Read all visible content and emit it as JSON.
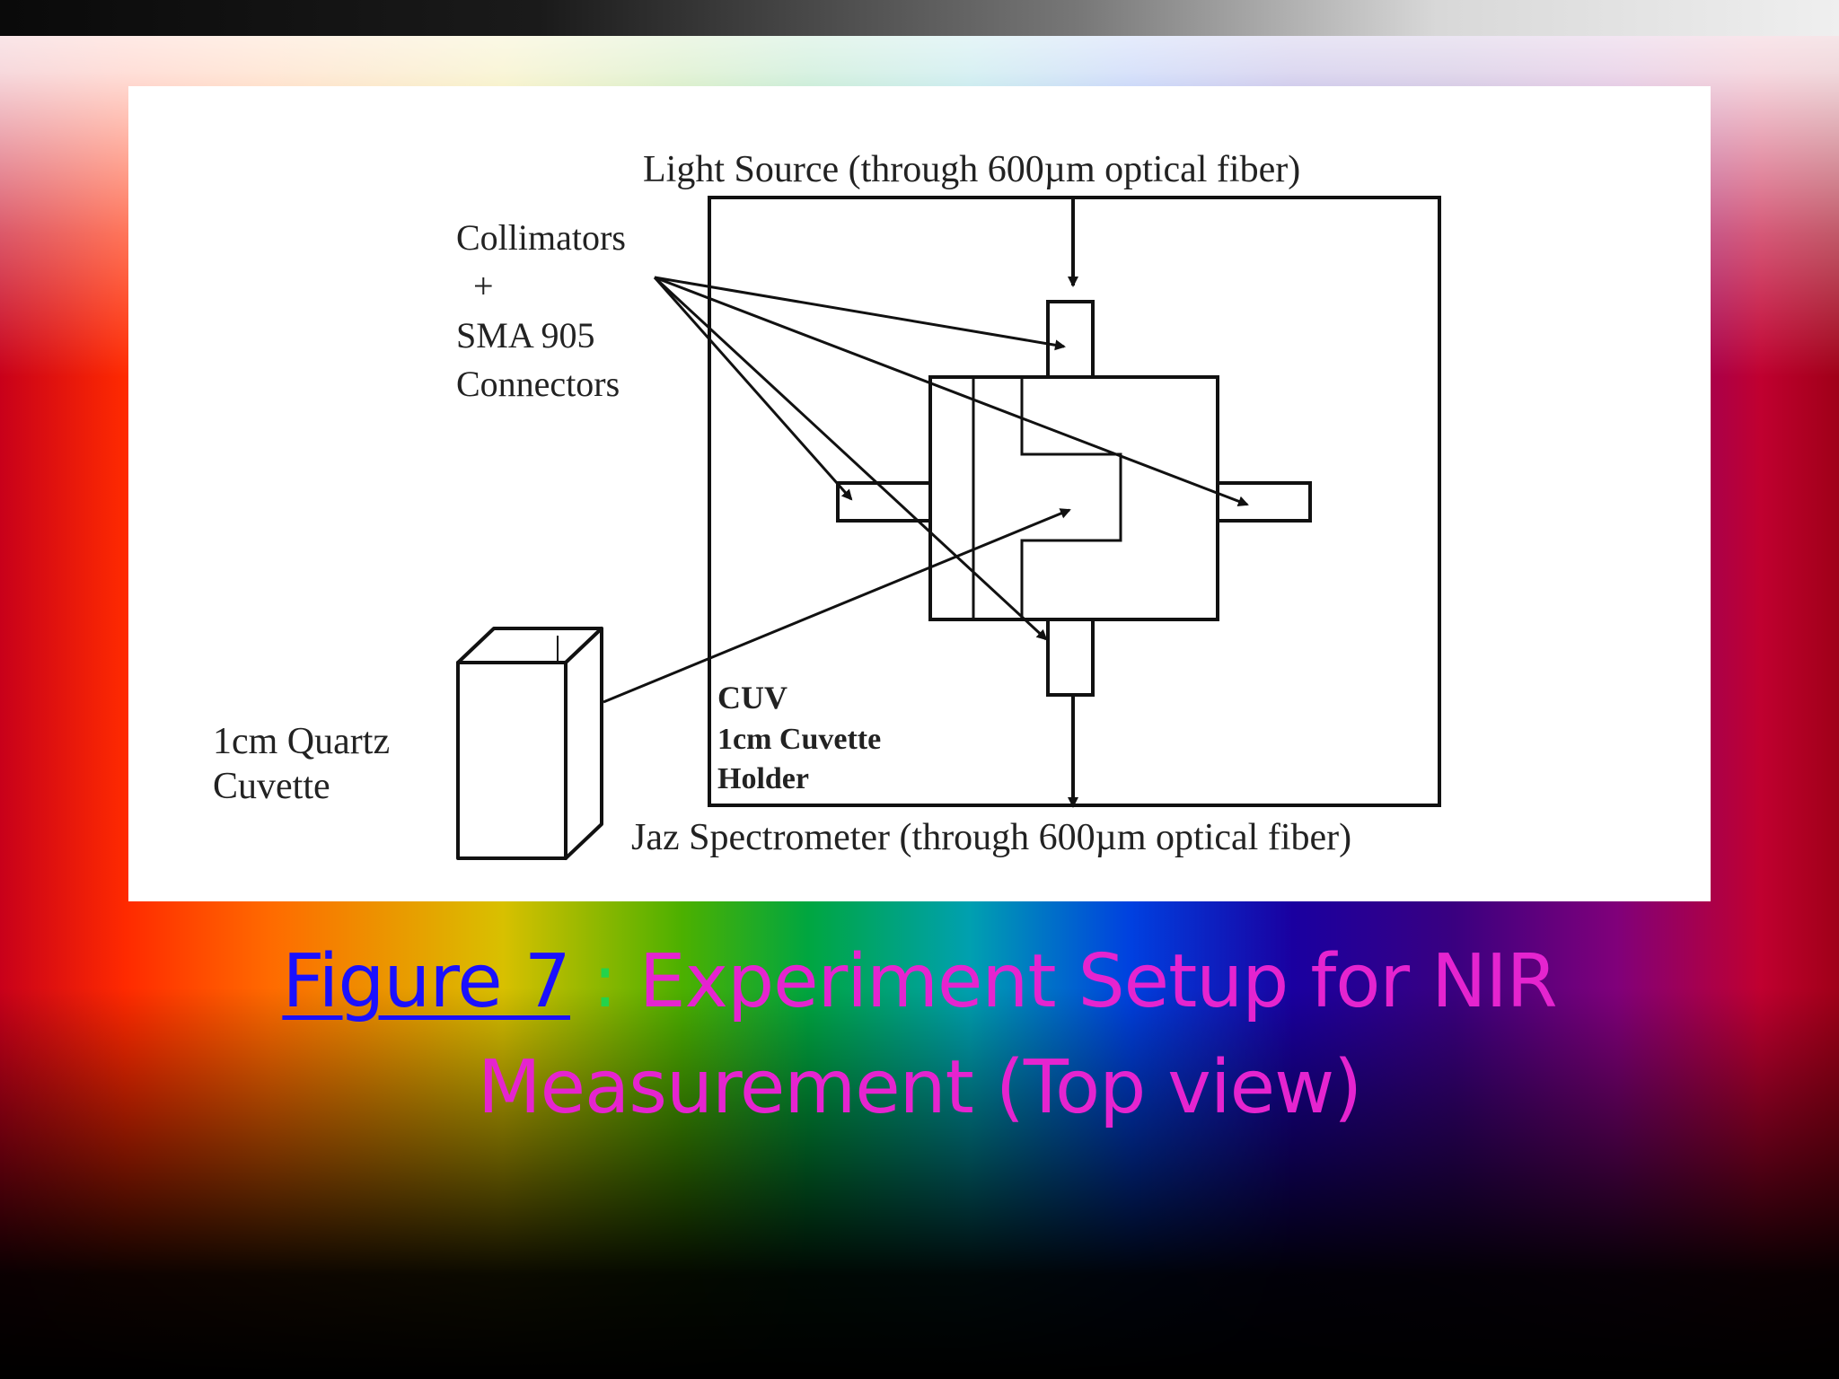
{
  "diagram": {
    "labels": {
      "light_source": "Light Source (through 600µm optical fiber)",
      "collimators": "Collimators",
      "plus": "+",
      "sma": "SMA 905",
      "connectors": "Connectors",
      "quartz_line1": "1cm Quartz",
      "quartz_line2": "Cuvette",
      "cuv": "CUV",
      "cuvette_holder": "1cm Cuvette",
      "holder": "Holder",
      "spectrometer": "Jaz Spectrometer (through 600µm optical fiber)"
    }
  },
  "caption": {
    "figure_label": "Figure 7",
    "separator": " : ",
    "text_line1": "Experiment Setup for NIR",
    "text_line2": "Measurement (Top view)"
  },
  "colors": {
    "figure_link": "#1a10ff",
    "separator": "#23d34a",
    "caption_text": "#e524cf"
  }
}
